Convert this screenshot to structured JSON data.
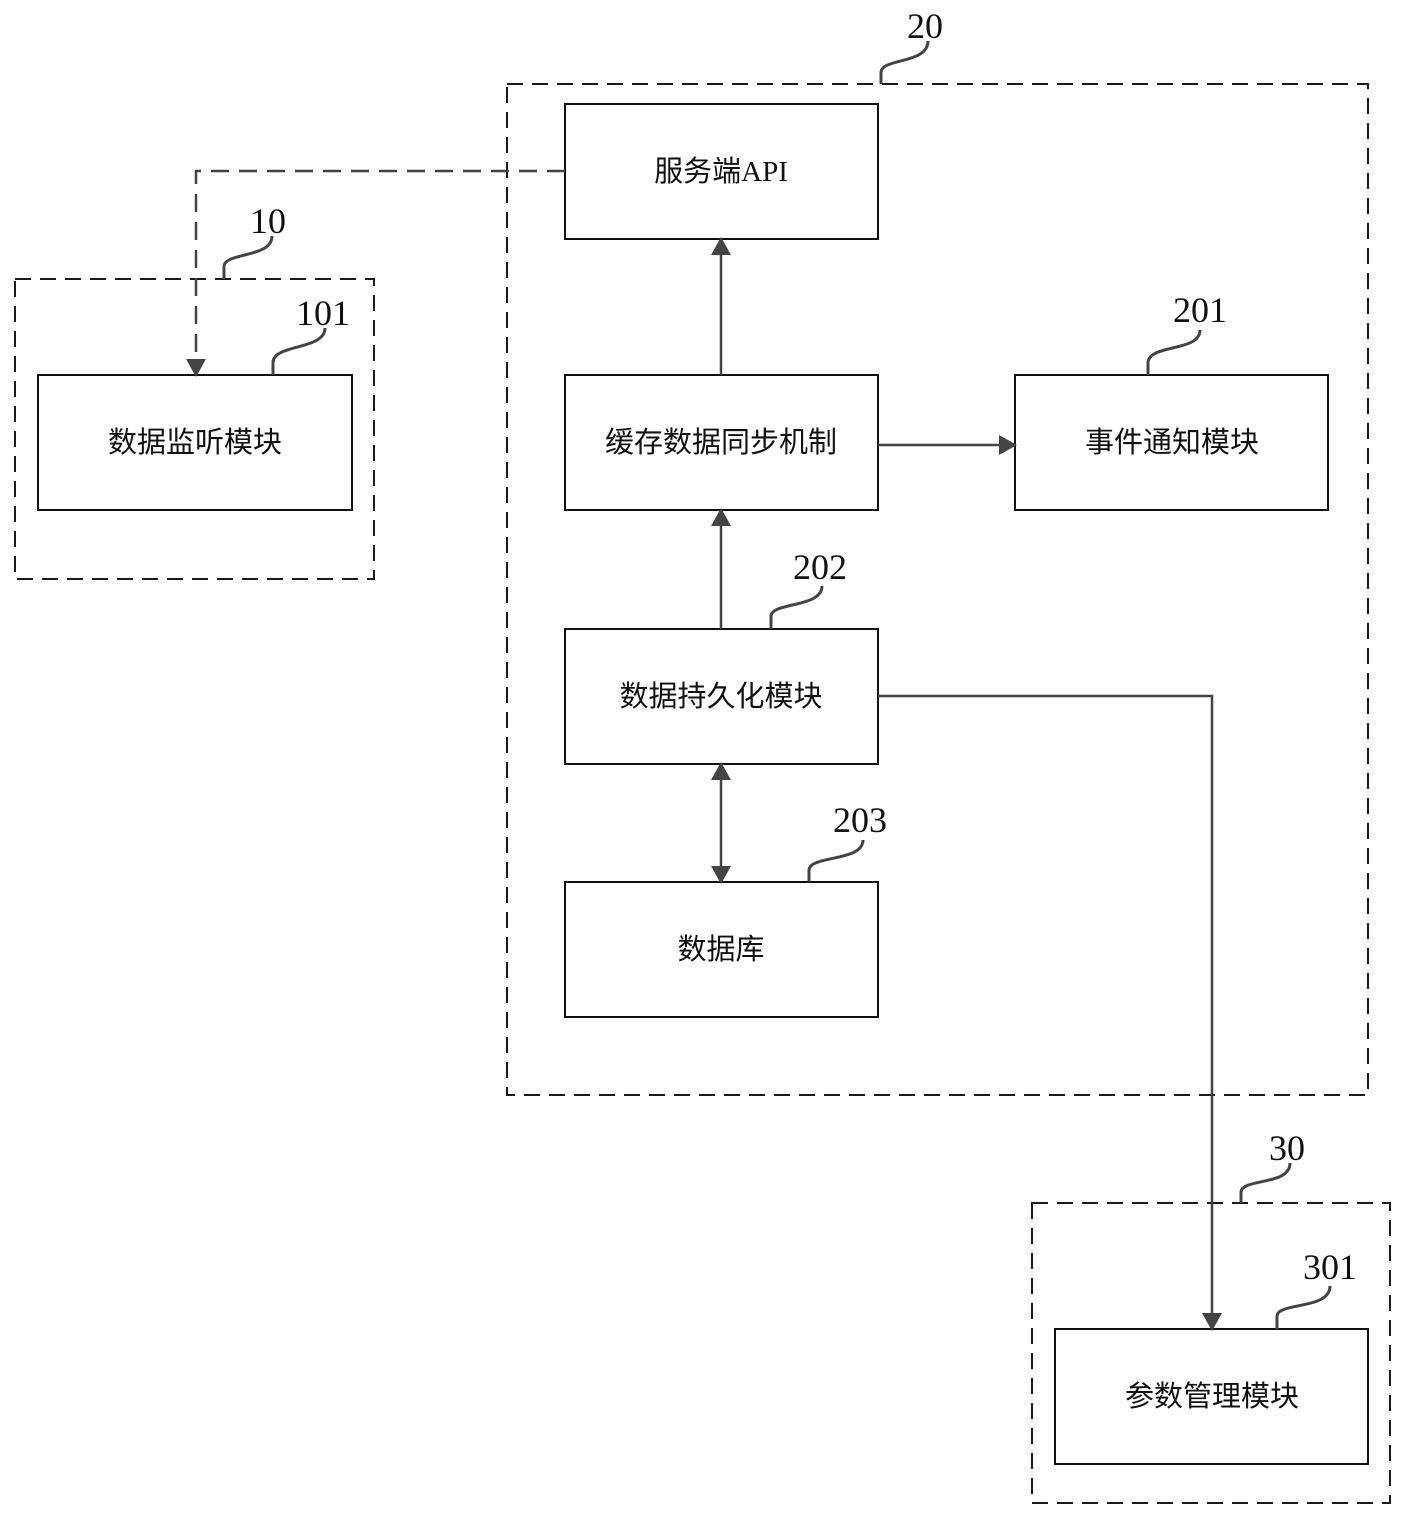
{
  "diagram": {
    "groups": [
      {
        "id": "10",
        "ref": "10"
      },
      {
        "id": "20",
        "ref": "20"
      },
      {
        "id": "30",
        "ref": "30"
      }
    ],
    "modules": {
      "data_listener": {
        "ref": "101",
        "label": "数据监听模块"
      },
      "server_api": {
        "ref": "",
        "label": "服务端API"
      },
      "cache_sync": {
        "ref": "",
        "label": "缓存数据同步机制"
      },
      "event_notify": {
        "ref": "201",
        "label": "事件通知模块"
      },
      "persistence": {
        "ref": "202",
        "label": "数据持久化模块"
      },
      "database": {
        "ref": "203",
        "label": "数据库"
      },
      "param_mgmt": {
        "ref": "301",
        "label": "参数管理模块"
      }
    },
    "connections": [
      {
        "from": "server_api",
        "to": "data_listener",
        "style": "dashed",
        "direction": "forward"
      },
      {
        "from": "cache_sync",
        "to": "server_api",
        "style": "solid",
        "direction": "forward"
      },
      {
        "from": "cache_sync",
        "to": "event_notify",
        "style": "solid",
        "direction": "forward"
      },
      {
        "from": "persistence",
        "to": "cache_sync",
        "style": "solid",
        "direction": "forward"
      },
      {
        "from": "persistence",
        "to": "database",
        "style": "solid",
        "direction": "bidirectional"
      },
      {
        "from": "persistence",
        "to": "param_mgmt",
        "style": "solid",
        "direction": "forward"
      }
    ]
  }
}
